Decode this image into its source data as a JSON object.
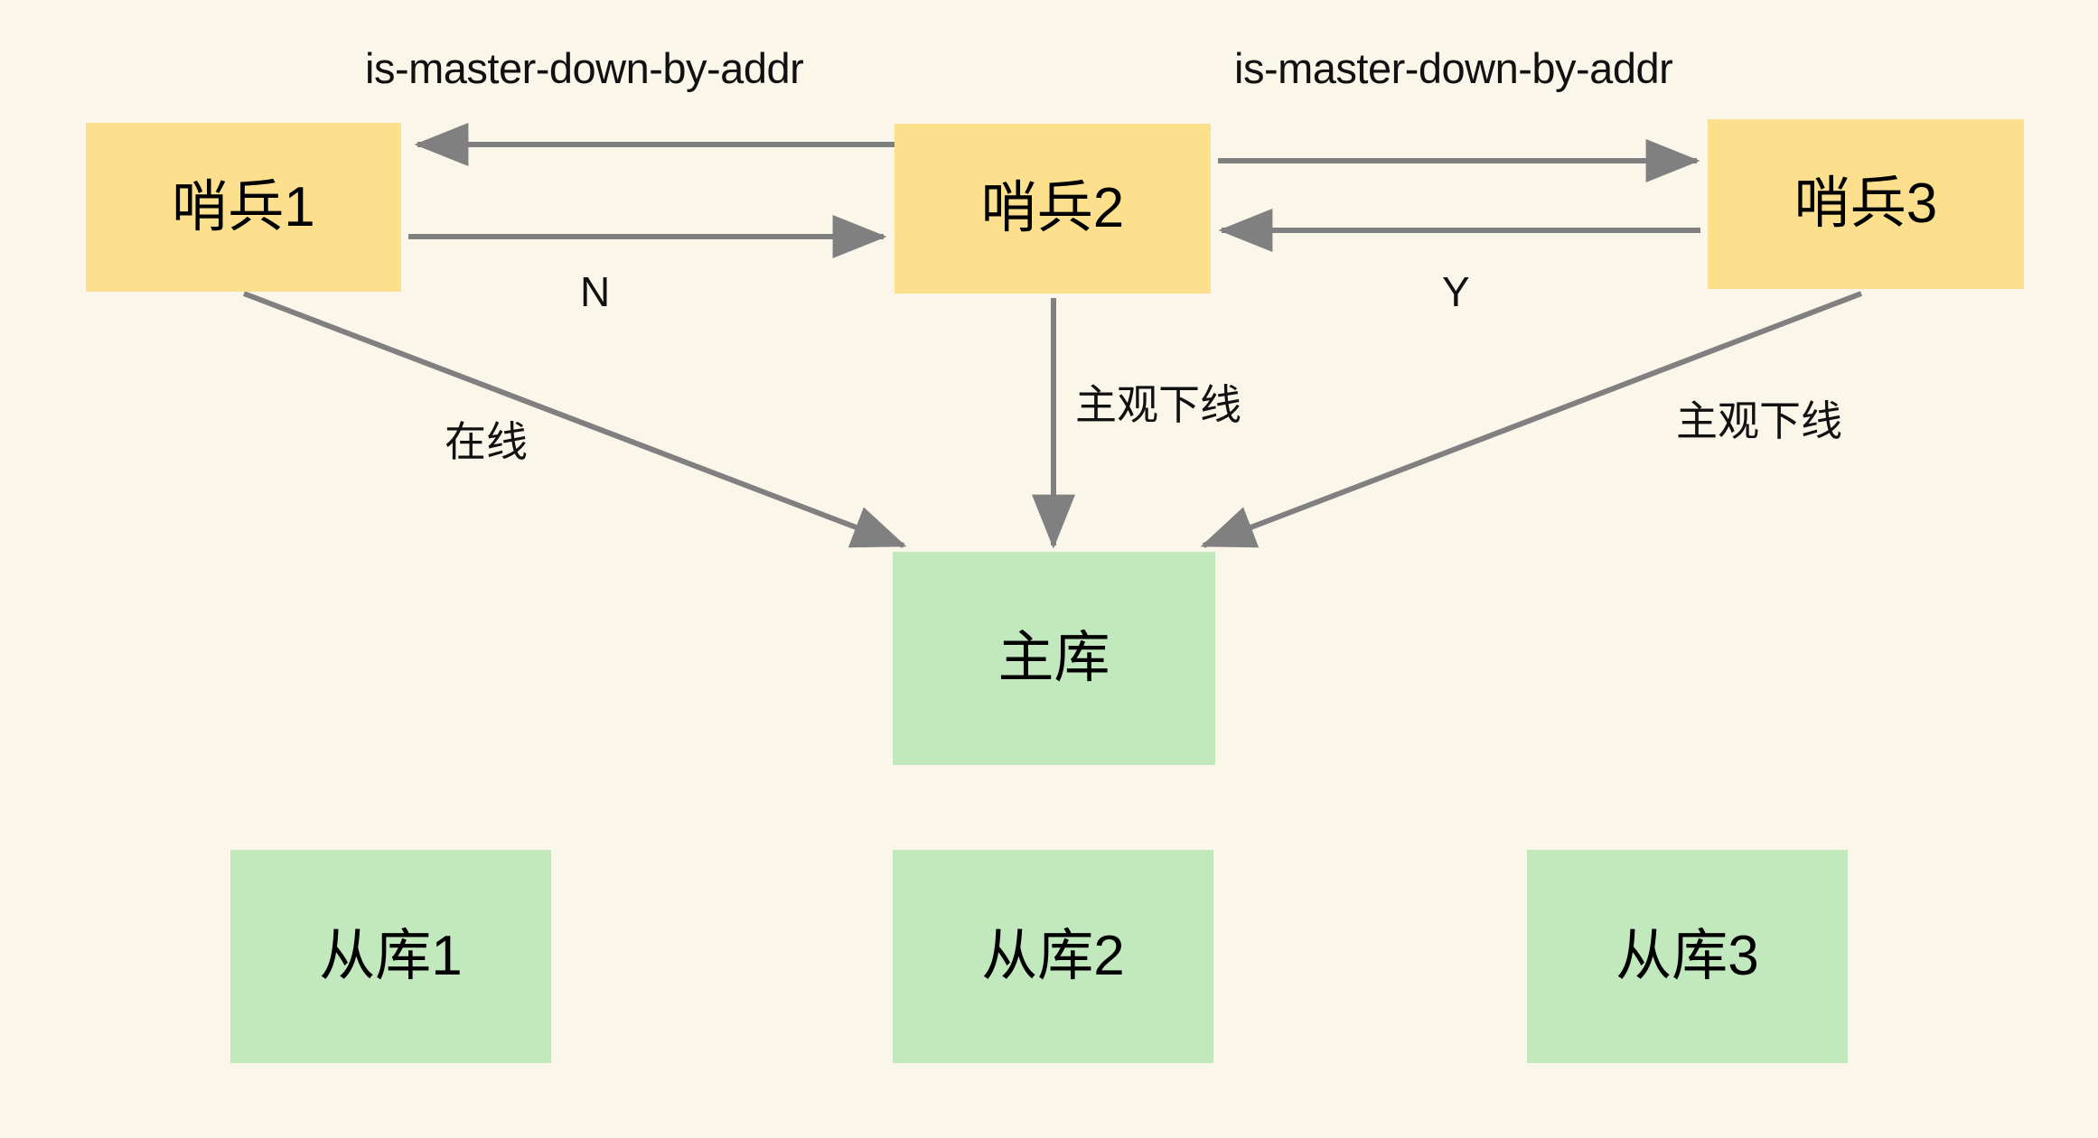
{
  "diagram": {
    "title": "Redis Sentinel subjective down voting diagram",
    "background_color": "#faf6ea",
    "sentinel_color": "#fce08e",
    "database_color": "#c2e8be",
    "edge_color": "#808080"
  },
  "nodes": {
    "sentinels": [
      {
        "id": "sentinel-1",
        "label": "哨兵1"
      },
      {
        "id": "sentinel-2",
        "label": "哨兵2"
      },
      {
        "id": "sentinel-3",
        "label": "哨兵3"
      }
    ],
    "master": {
      "id": "master-db",
      "label": "主库"
    },
    "replicas": [
      {
        "id": "replica-1",
        "label": "从库1"
      },
      {
        "id": "replica-2",
        "label": "从库2"
      },
      {
        "id": "replica-3",
        "label": "从库3"
      }
    ]
  },
  "edge_labels": {
    "s2_to_s1_query": "is-master-down-by-addr",
    "s2_to_s3_query": "is-master-down-by-addr",
    "s1_to_s2_reply": "N",
    "s3_to_s2_reply": "Y",
    "s1_to_master": "在线",
    "s2_to_master": "主观下线",
    "s3_to_master": "主观下线"
  }
}
